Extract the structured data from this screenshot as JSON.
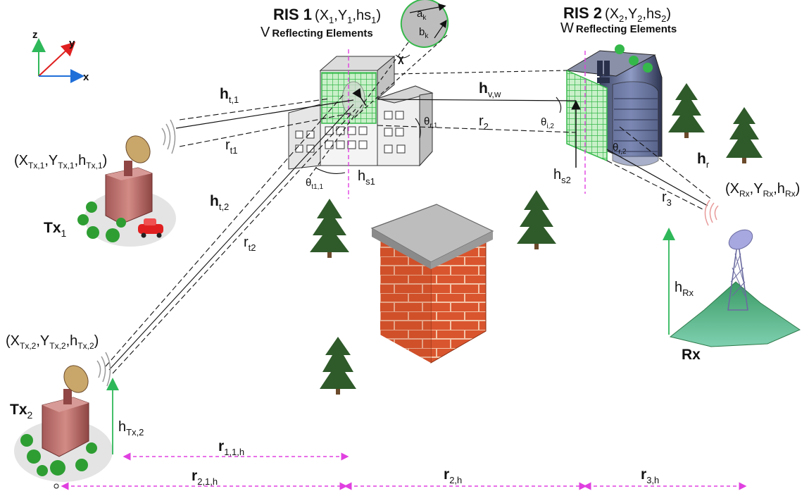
{
  "axes": {
    "z": "z",
    "y": "y",
    "x": "x"
  },
  "ris1": {
    "title": "RIS 1",
    "coords_main": "(X",
    "coords_a": "1",
    "coords_b": ",Y",
    "coords_c": "1",
    "coords_d": ",hs",
    "coords_e": "1",
    "coords_f": ")",
    "count_letter": "V",
    "count_text": "Reflecting Elements"
  },
  "ris2": {
    "title": "RIS 2",
    "coords_main": "(X",
    "coords_a": "2",
    "coords_b": ",Y",
    "coords_c": "2",
    "coords_d": ",hs",
    "coords_e": "2",
    "coords_f": ")",
    "count_letter": "W",
    "count_text": "Reflecting Elements"
  },
  "ellipse": {
    "a": "a",
    "a_sub": "k",
    "b": "b",
    "b_sub": "k",
    "chi": "χ"
  },
  "tx1": {
    "label": "Tx",
    "label_sub": "1",
    "coords": "(X",
    "cx": "Tx,1",
    "cy_pre": ",Y",
    "cy": "Tx,1",
    "ch_pre": ",h",
    "ch": "Tx,1",
    "close": ")"
  },
  "tx2": {
    "label": "Tx",
    "label_sub": "2",
    "coords": "(X",
    "cx": "Tx,2",
    "cy_pre": ",Y",
    "cy": "Tx,2",
    "ch_pre": ",h",
    "ch": "Tx,2",
    "close": ")",
    "height": "h",
    "height_sub": "Tx,2"
  },
  "rx": {
    "label": "Rx",
    "coords": "(X",
    "cx": "Rx",
    "cy_pre": ",Y",
    "cy": "Rx",
    "ch_pre": ",h",
    "ch": "Rx",
    "close": ")",
    "height": "h",
    "height_sub": "Rx"
  },
  "links": {
    "ht1": {
      "m": "h",
      "s": "t,1"
    },
    "rt1": {
      "m": "r",
      "s": "t1"
    },
    "ht2": {
      "m": "h",
      "s": "t,2"
    },
    "rt2": {
      "m": "r",
      "s": "t2"
    },
    "hvw": {
      "m": "h",
      "s": "v,w"
    },
    "r2": {
      "m": "r",
      "s": "2"
    },
    "hr": {
      "m": "h",
      "s": "r"
    },
    "r3": {
      "m": "r",
      "s": "3"
    }
  },
  "angles": {
    "tt1": {
      "m": "θ",
      "s": "t1,1"
    },
    "rr1": {
      "m": "θ",
      "s": "r,1"
    },
    "ii2": {
      "m": "θ",
      "s": "i,2"
    },
    "rr2": {
      "m": "θ",
      "s": "r,2"
    }
  },
  "heights": {
    "hs1": {
      "m": "h",
      "s": "s1"
    },
    "hs2": {
      "m": "h",
      "s": "s2"
    }
  },
  "ground": {
    "r11h": {
      "m": "r",
      "s": "1,1,h"
    },
    "r21h": {
      "m": "r",
      "s": "2,1,h"
    },
    "r2h": {
      "m": "r",
      "s": "2,h"
    },
    "r3h": {
      "m": "r",
      "s": "3,h"
    }
  },
  "colors": {
    "axis_z": "#2fb85a",
    "axis_y": "#e02020",
    "axis_x": "#1f6fd8",
    "dim": "#e040e0",
    "ris_grid": "#35b84a",
    "brick": "#d9552e",
    "tree": "#2f5a2a"
  }
}
